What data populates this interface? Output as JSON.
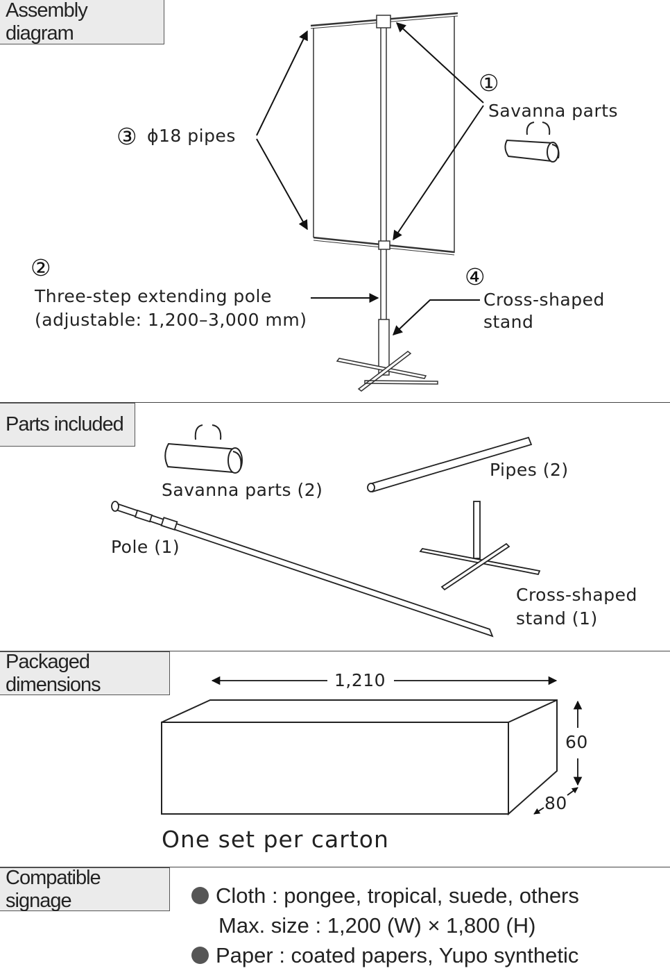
{
  "sections": {
    "assembly": "Assembly diagram",
    "parts": "Parts included",
    "packaged": "Packaged dimensions",
    "compatible": "Compatible signage"
  },
  "assembly": {
    "n1": "①",
    "savanna": "Savanna parts",
    "n2": "②",
    "pole_line1": "Three-step extending pole",
    "pole_line2": "(adjustable: 1,200–3,000 mm)",
    "n3": "③",
    "pipes": "ϕ18 pipes",
    "n4": "④",
    "stand_line1": "Cross-shaped",
    "stand_line2": "stand"
  },
  "parts": {
    "savanna": "Savanna parts (2)",
    "pipes": "Pipes (2)",
    "pole": "Pole (1)",
    "stand_line1": "Cross-shaped",
    "stand_line2": "stand (1)"
  },
  "packaged": {
    "length": "1,210",
    "height": "60",
    "depth": "80",
    "note": "One set per carton"
  },
  "compatible": {
    "cloth": "Cloth : pongee, tropical, suede, others",
    "max_size": "Max. size : 1,200 (W) × 1,800 (H)",
    "paper": "Paper : coated papers, Yupo synthetic"
  }
}
